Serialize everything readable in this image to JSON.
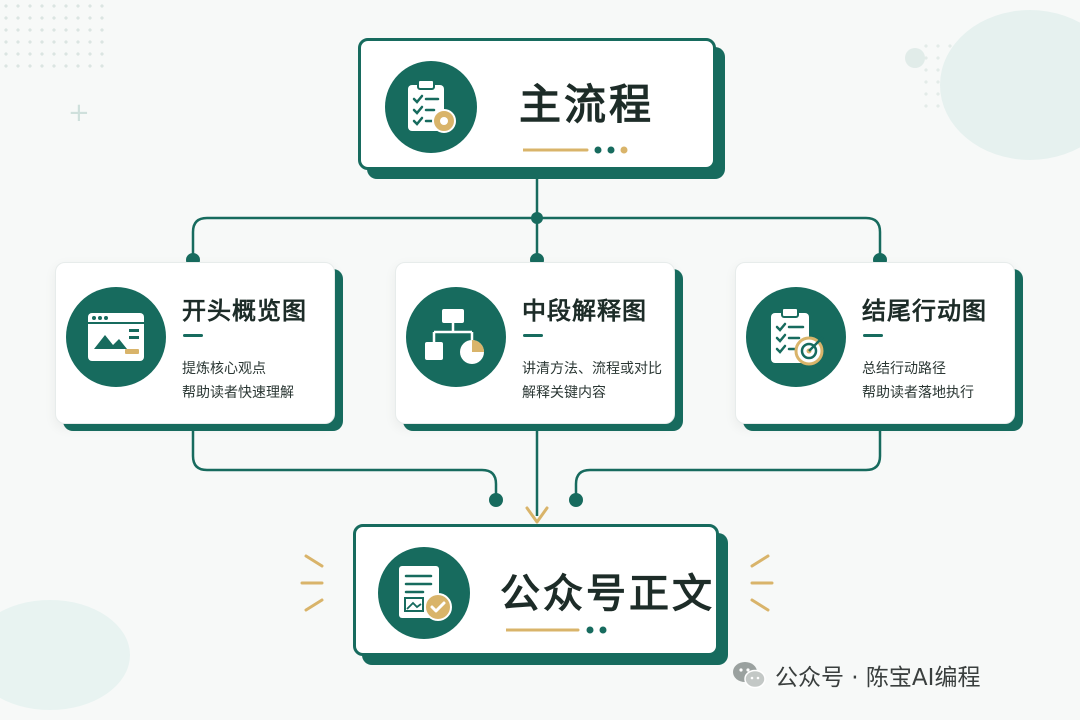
{
  "main_node": {
    "title": "主流程",
    "icon": "clipboard-gear-icon"
  },
  "branches": [
    {
      "title": "开头概览图",
      "desc_lines": [
        "提炼核心观点",
        "帮助读者快速理解"
      ],
      "icon": "image-window-icon"
    },
    {
      "title": "中段解释图",
      "desc_lines": [
        "讲清方法、流程或对比",
        "解释关键内容"
      ],
      "icon": "flowchart-icon"
    },
    {
      "title": "结尾行动图",
      "desc_lines": [
        "总结行动路径",
        "帮助读者落地执行"
      ],
      "icon": "checklist-target-icon"
    }
  ],
  "output_node": {
    "title": "公众号正文",
    "icon": "document-check-icon"
  },
  "watermark": {
    "text": "公众号 · 陈宝AI编程",
    "icon": "wechat-icon"
  },
  "colors": {
    "primary": "#176b5e",
    "accent": "#d9b46a",
    "background": "#f7f9f8"
  }
}
